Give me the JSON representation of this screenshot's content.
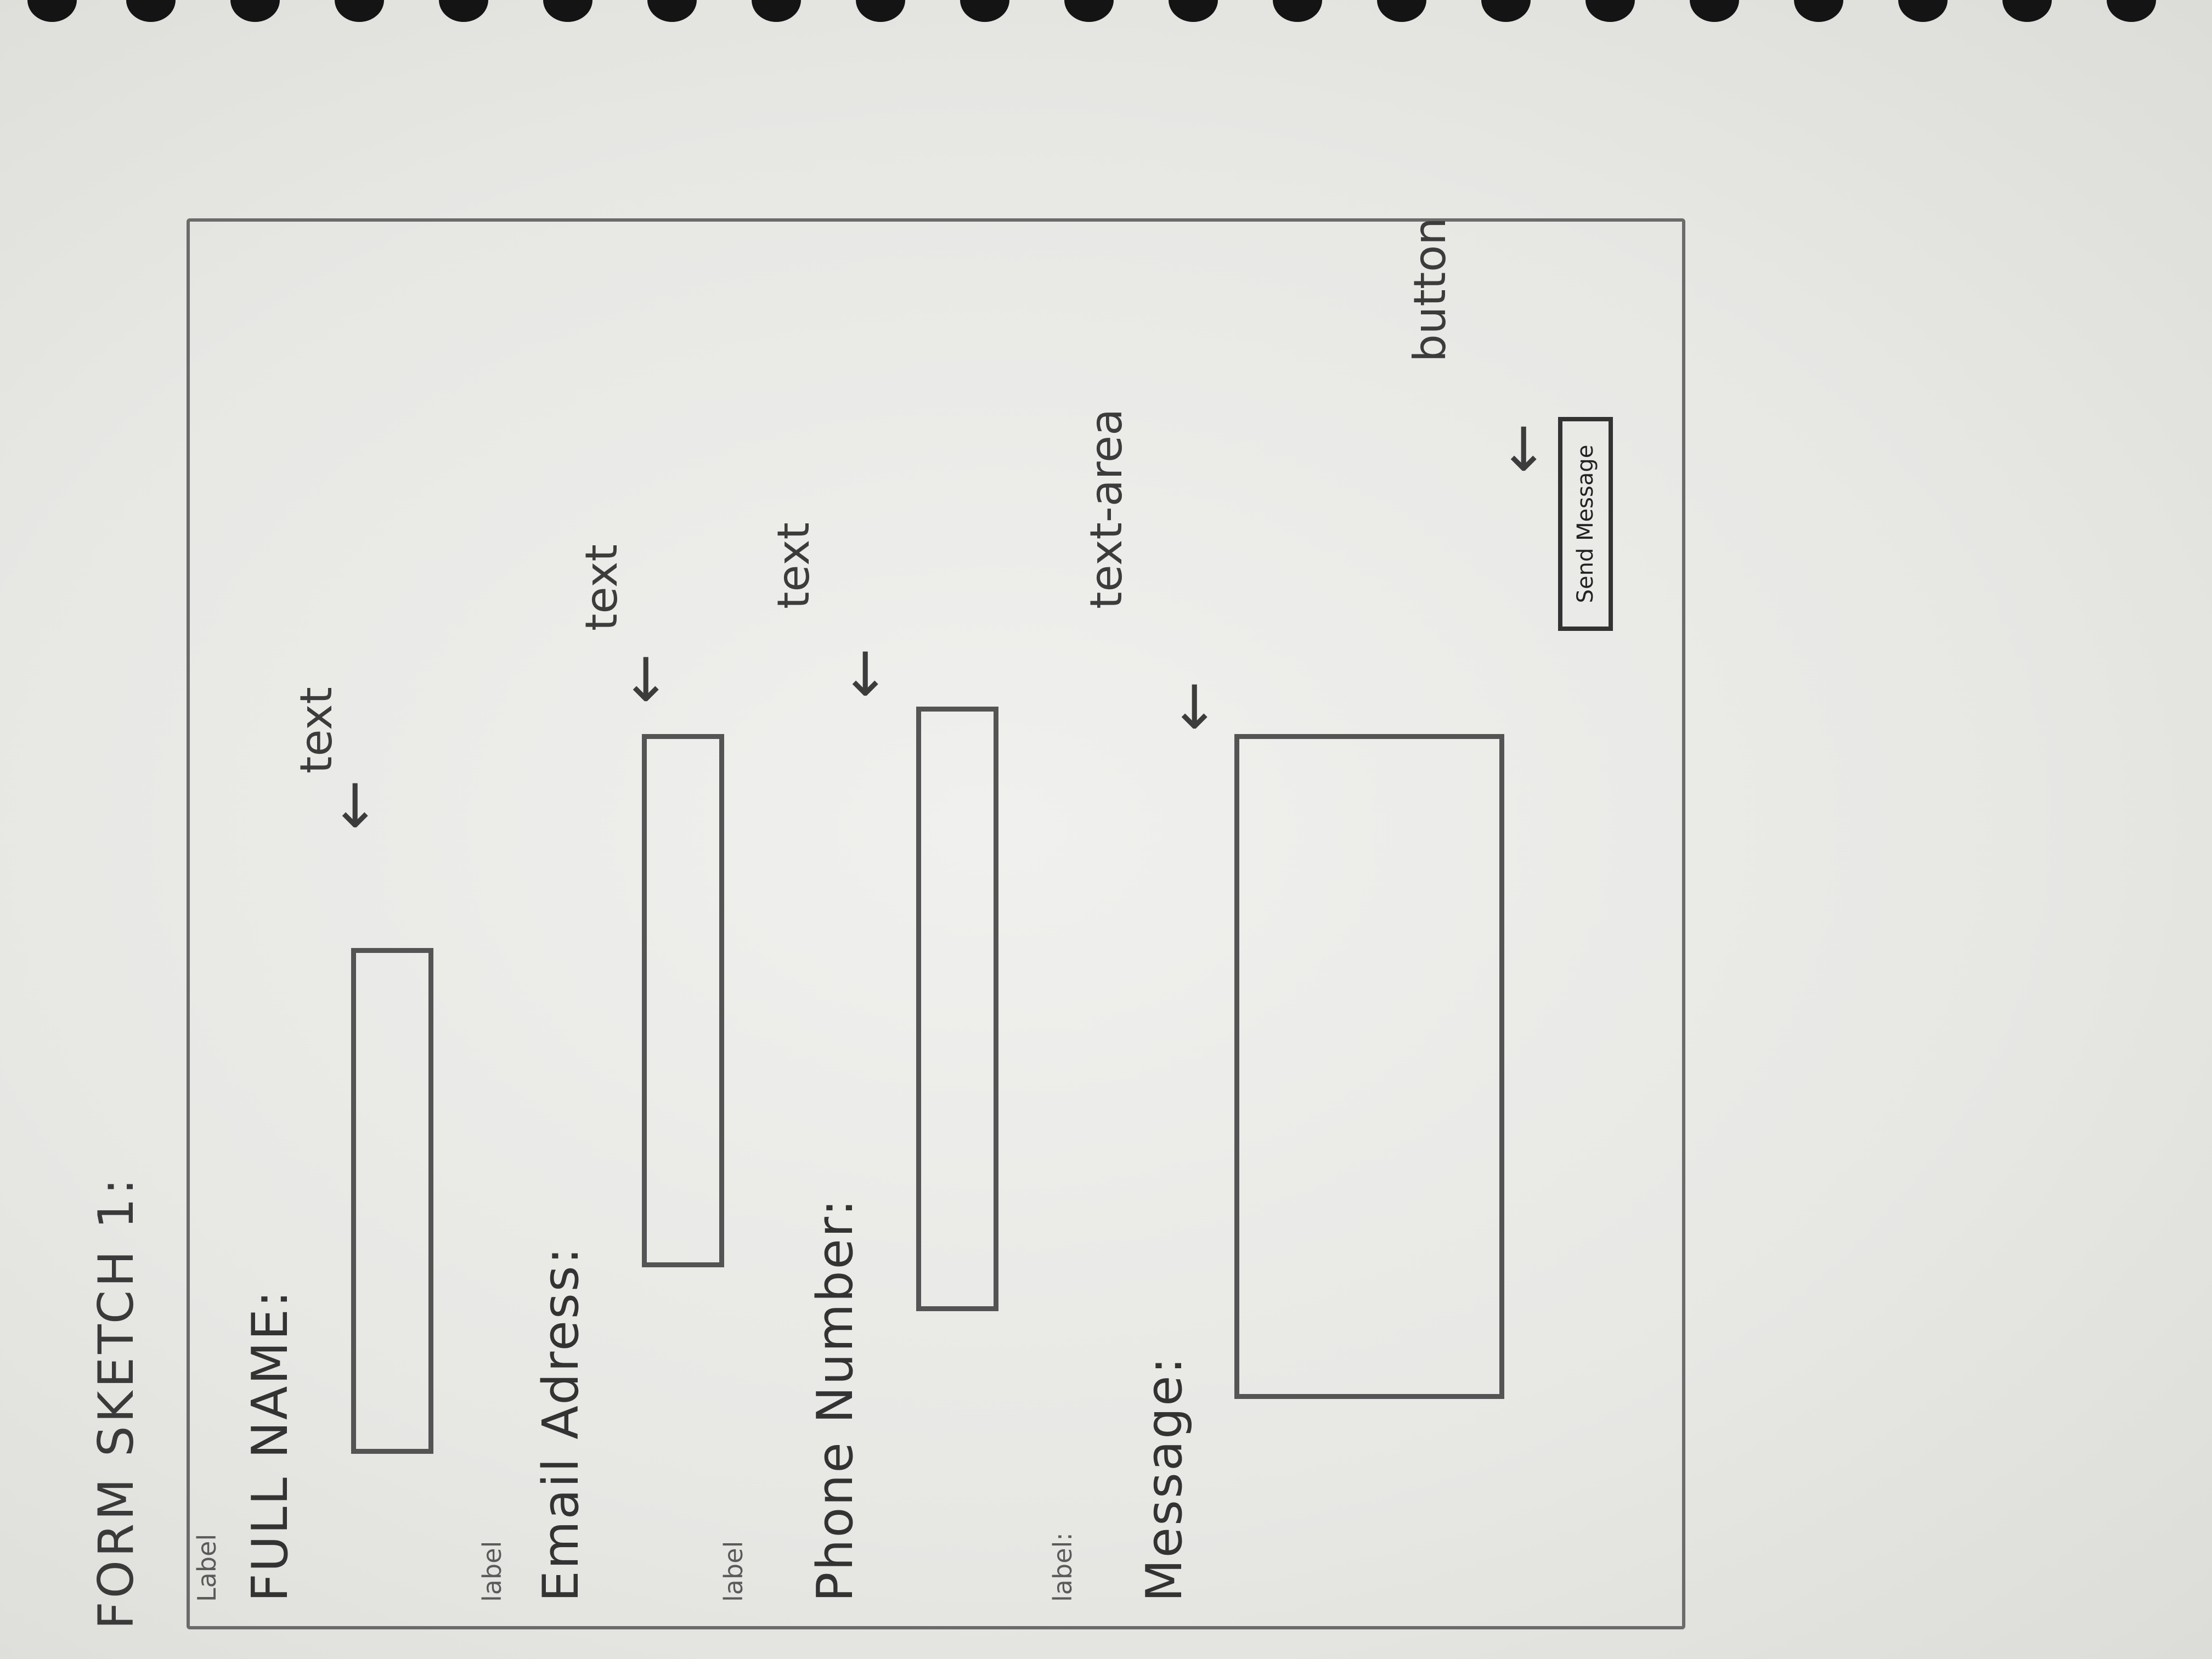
{
  "title": "FORM SKETCH 1:",
  "annotations": {
    "label1": "Label",
    "label2": "label",
    "label3": "label",
    "label4": "label:",
    "text1": "text",
    "text2": "text",
    "text3": "text",
    "textarea": "text-area",
    "button": "button"
  },
  "form": {
    "full_name_label": "FULL NAME:",
    "email_label": "Email Adress:",
    "phone_label": "Phone Number:",
    "message_label": "Message:",
    "send_button": "Send Message"
  }
}
